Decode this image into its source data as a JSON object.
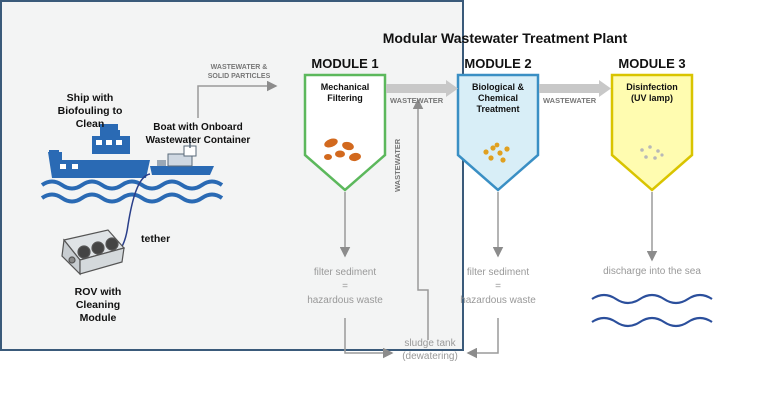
{
  "plant": {
    "title": "Modular Wastewater Treatment Plant"
  },
  "modules": [
    {
      "heading": "MODULE 1",
      "label": "Mechanical Filtering",
      "color": "#5cb85c",
      "fill": "#ffffff"
    },
    {
      "heading": "MODULE 2",
      "label": "Biological & Chemical Treatment",
      "color": "#3a8fc4",
      "fill": "#d8eef7"
    },
    {
      "heading": "MODULE 3",
      "label": "Disinfection (UV lamp)",
      "color": "#d9c400",
      "fill": "#fffcb0"
    }
  ],
  "left": {
    "ship_label": "Ship with Biofouling to Clean",
    "boat_label": "Boat with Onboard Wastewater Container",
    "tether_label": "tether",
    "rov_label": "ROV with Cleaning Module"
  },
  "flows": {
    "inflow": "WASTEWATER & SOLID PARTICLES",
    "m1_to_m2": "WASTEWATER",
    "m2_to_m3": "WASTEWATER",
    "return": "WASTEWATER"
  },
  "outputs": {
    "sediment_1": [
      "filter sediment",
      "=",
      "hazardous waste"
    ],
    "sediment_2": [
      "filter sediment",
      "=",
      "hazardous waste"
    ],
    "discharge": "discharge into the sea",
    "sludge": [
      "sludge tank",
      "(dewatering)"
    ]
  },
  "colors": {
    "ship_blue": "#2a6ab4",
    "border": "#3a5a7a",
    "arrow": "#9a9a9a",
    "particle_orange": "#d2691e",
    "wave": "#2b4f9c"
  }
}
